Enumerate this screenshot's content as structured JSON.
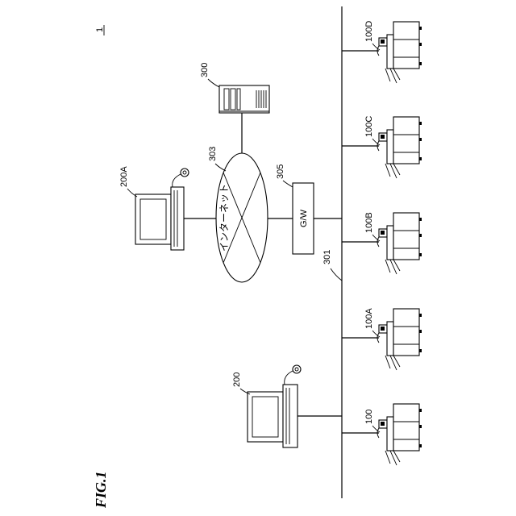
{
  "figure": {
    "fig_label": "FIG.1",
    "system_ref": "1",
    "network_ref": "301",
    "internet_ref": "303",
    "internet_label": "インターネット",
    "gateway_ref": "305",
    "gateway_label": "G/W",
    "server_ref": "300",
    "terminals": [
      {
        "ref": "200"
      },
      {
        "ref": "200A"
      }
    ],
    "devices": [
      {
        "ref": "100"
      },
      {
        "ref": "100A"
      },
      {
        "ref": "100B"
      },
      {
        "ref": "100C"
      },
      {
        "ref": "100D"
      }
    ]
  }
}
